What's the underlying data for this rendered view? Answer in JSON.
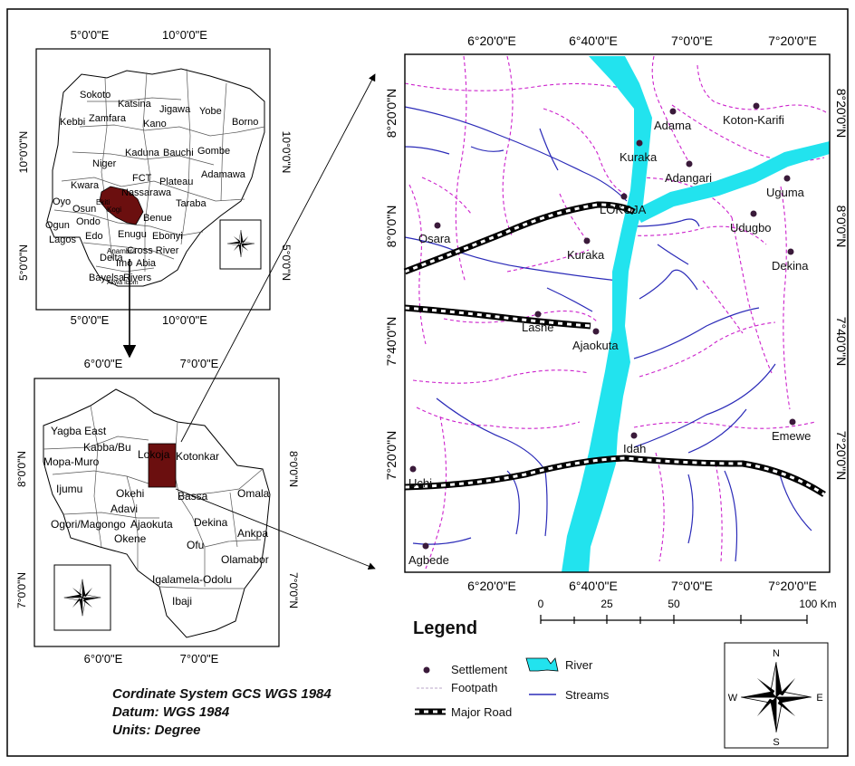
{
  "inset_nigeria": {
    "lon_ticks": [
      "5°0'0\"E",
      "10°0'0\"E"
    ],
    "lat_ticks": [
      "10°0'0\"N",
      "5°0'0\"N"
    ],
    "states": [
      "Sokoto",
      "Katsina",
      "Jigawa",
      "Yobe",
      "Borno",
      "Kebbi",
      "Zamfara",
      "Kano",
      "Kaduna",
      "Bauchi",
      "Gombe",
      "Niger",
      "FCT",
      "Plateau",
      "Adamawa",
      "Kwara",
      "Nassarawa",
      "Taraba",
      "Oyo",
      "Osun",
      "Kogi",
      "Benue",
      "Ogun",
      "Ondo",
      "Ekiti",
      "Lagos",
      "Edo",
      "Enugu",
      "Ebonyi",
      "Delta",
      "Imo",
      "Anambra",
      "Abia",
      "Cross River",
      "Bayelsa",
      "Rivers",
      "Akwa Ibom"
    ]
  },
  "inset_kogi": {
    "lon_ticks": [
      "6°0'0\"E",
      "7°0'0\"E"
    ],
    "lat_ticks": [
      "8°0'0\"N",
      "7°0'0\"N"
    ],
    "lgas": [
      "Yagba East",
      "Kabba/Bu",
      "Lokoja",
      "Kotonkar",
      "Mopa-Muro",
      "Ijumu",
      "Okehi",
      "Bassa",
      "Omala",
      "Adavi",
      "Ogori/Magongo",
      "Ajaokuta",
      "Okene",
      "Dekina",
      "Ankpa",
      "Ofu",
      "Olamabor",
      "Igalamela-Odolu",
      "Ibaji"
    ]
  },
  "main_map": {
    "lon_ticks": [
      "6°20'0\"E",
      "6°40'0\"E",
      "7°0'0\"E",
      "7°20'0\"E"
    ],
    "lat_ticks": [
      "8°20'0\"N",
      "8°0'0\"N",
      "7°40'0\"N",
      "7°20'0\"N"
    ],
    "settlements": [
      "Adama",
      "Koton-Karifi",
      "Kuraka",
      "Adangari",
      "LOKOJA",
      "Uguma",
      "Udugbo",
      "Osara",
      "Kuraka",
      "Dekina",
      "Lashe",
      "Ajaokuta",
      "Idah",
      "Emewe",
      "Uchi",
      "Agbede"
    ]
  },
  "scale_bar": {
    "labels": [
      "0",
      "25",
      "50",
      "100 Km"
    ]
  },
  "legend": {
    "title": "Legend",
    "settlement": "Settlement",
    "footpath": "Footpath",
    "major_road": "Major Road",
    "river": "River",
    "streams": "Streams"
  },
  "north_arrow": {
    "n": "N",
    "s": "S",
    "e": "E",
    "w": "W"
  },
  "notes": {
    "coordinate_system": "Cordinate System GCS WGS 1984",
    "datum": "Datum: WGS 1984",
    "units": "Units: Degree"
  },
  "colors": {
    "river": "#22e3ee",
    "streams": "#2b2bb8",
    "footpath": "#cc22cc",
    "highlight": "#6b0f0f",
    "frame": "#000000"
  }
}
